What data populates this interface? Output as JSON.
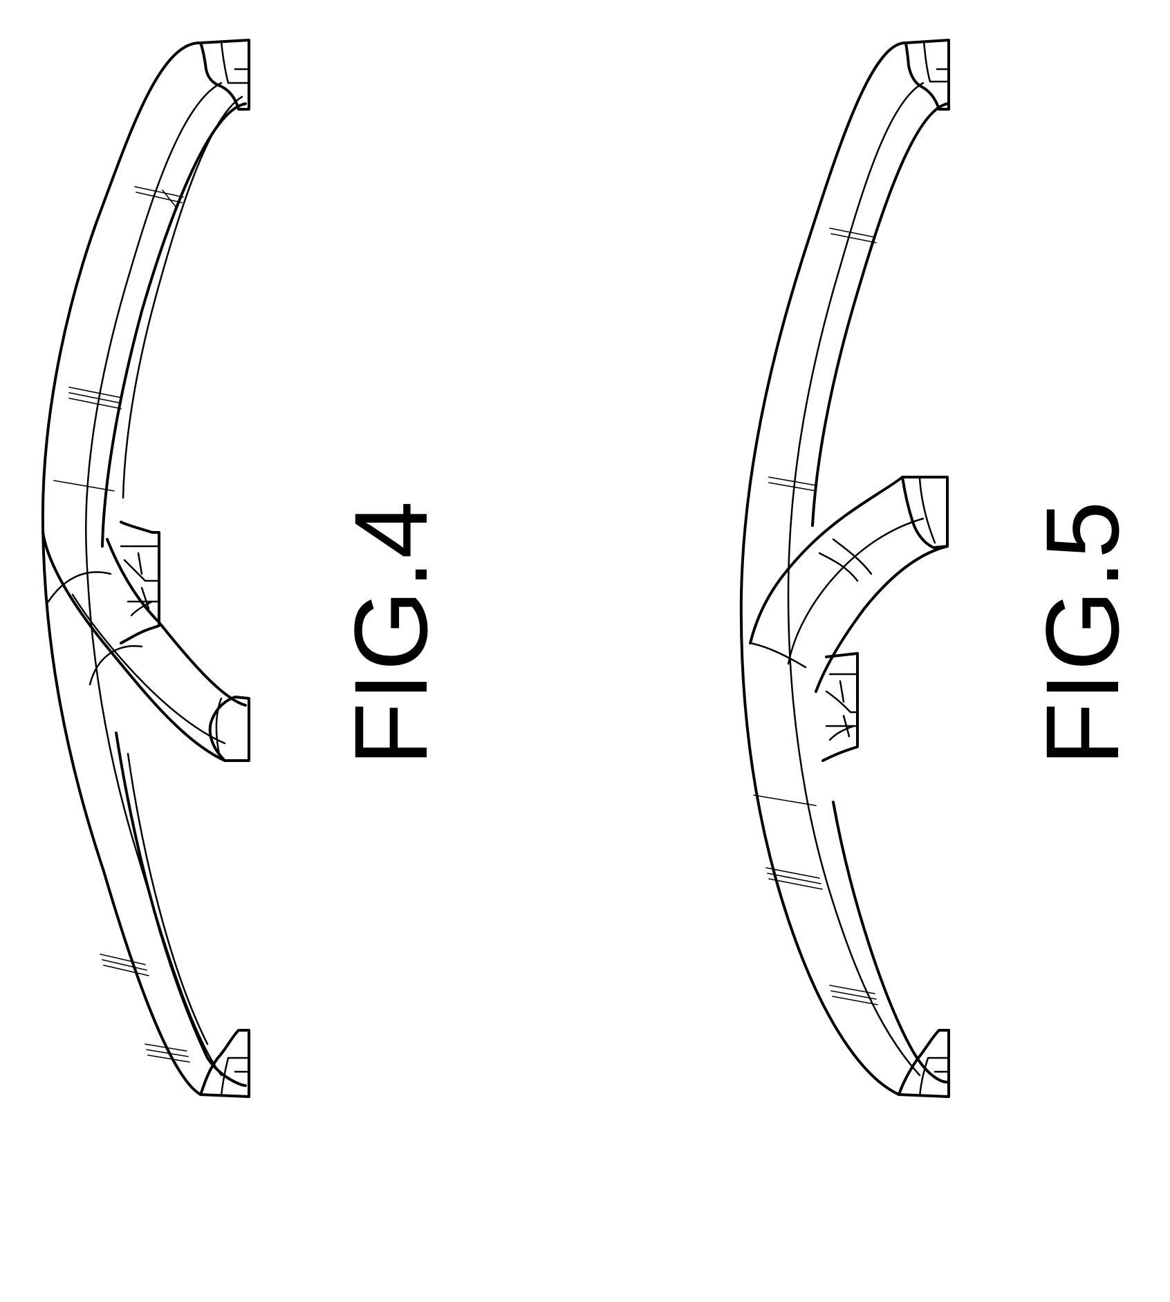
{
  "figures": [
    {
      "id": "fig4",
      "label": "FIG.4"
    },
    {
      "id": "fig5",
      "label": "FIG.5"
    }
  ]
}
